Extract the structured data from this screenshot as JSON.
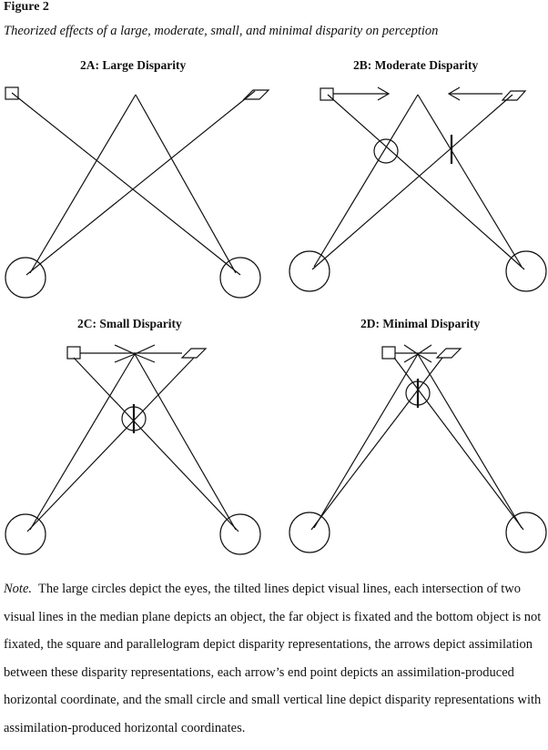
{
  "figure": {
    "label": "Figure 2",
    "title": "Theorized effects of a large, moderate, small, and minimal disparity on perception"
  },
  "panels": [
    {
      "id": "2A",
      "title": "2A:  Large Disparity"
    },
    {
      "id": "2B",
      "title": "2B:  Moderate Disparity"
    },
    {
      "id": "2C",
      "title": "2C:  Small Disparity"
    },
    {
      "id": "2D",
      "title": "2D:  Minimal Disparity"
    }
  ],
  "note": {
    "label": "Note.",
    "text": "The large circles depict the eyes, the tilted lines depict visual lines, each intersection of two visual lines in the median plane depicts an object, the far object is fixated and the bottom object is not fixated, the square and parallelogram depict disparity representations, the arrows depict assimilation between these disparity representations, each arrow’s end point depicts an assimilation-produced horizontal coordinate, and the small circle and small vertical line depict disparity representations with assimilation-produced horizontal coordinates."
  }
}
